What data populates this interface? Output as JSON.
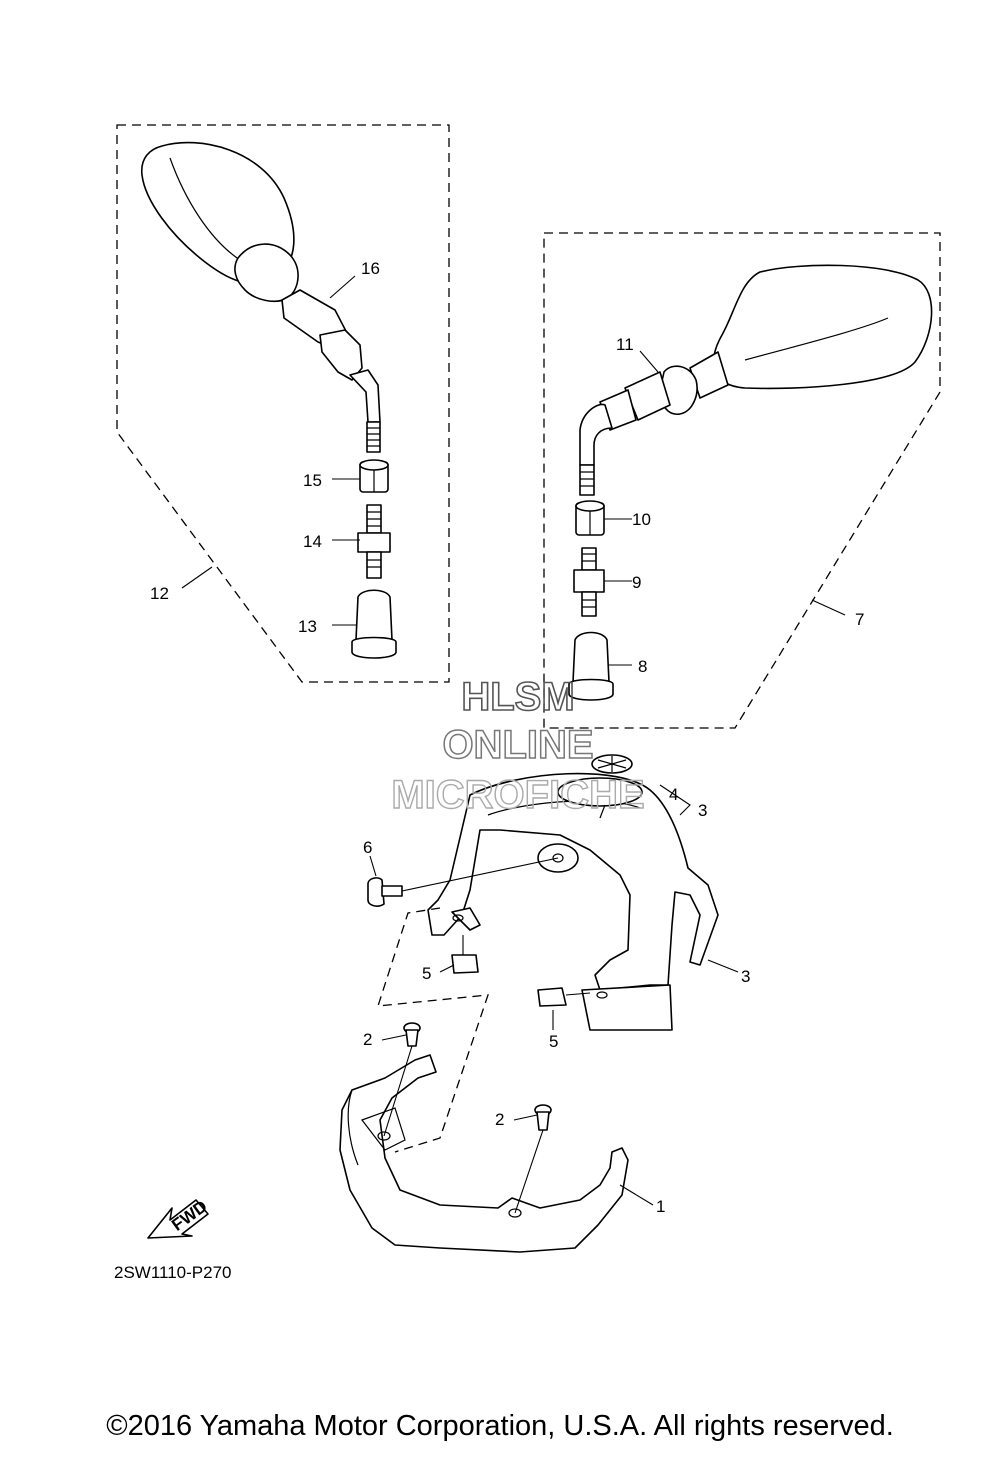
{
  "callouts": {
    "c1": "1",
    "c2a": "2",
    "c2b": "2",
    "c3a": "3",
    "c3b": "3",
    "c4": "4",
    "c5a": "5",
    "c5b": "5",
    "c6": "6",
    "c7": "7",
    "c8": "8",
    "c9": "9",
    "c10": "10",
    "c11": "11",
    "c12": "12",
    "c13": "13",
    "c14": "14",
    "c15": "15",
    "c16": "16"
  },
  "watermark": {
    "line1": "HLSM",
    "line2": "ONLINE",
    "line3": "MICROFICHE"
  },
  "fwd_label": "FWD",
  "diagram_code": "2SW1110-P270",
  "copyright": "©2016 Yamaha Motor Corporation, U.S.A. All rights reserved.",
  "colors": {
    "line": "#000000",
    "background": "#ffffff",
    "watermark": "#9a9a9a"
  }
}
